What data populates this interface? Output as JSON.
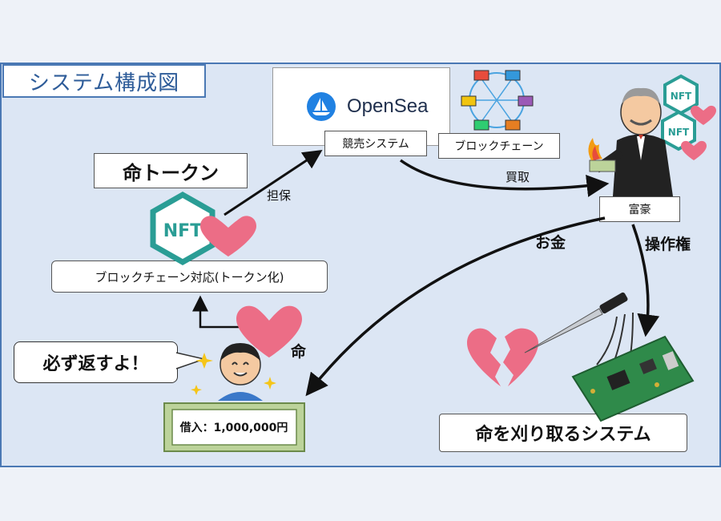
{
  "title": "システム構成図",
  "opensea": {
    "logo_text": "OpenSea"
  },
  "labels": {
    "auction": "競売システム",
    "blockchain": "ブロックチェーン",
    "life_token": "命トークン",
    "collateral": "担保",
    "purchase": "買取",
    "rich": "富豪",
    "money": "お金",
    "control": "操作権",
    "blockchain_support": "ブロックチェーン対応(トークン化)",
    "life": "命",
    "promise": "必ず返すよ！",
    "loan": "借入：1,000,000円",
    "reaper": "命を刈り取るシステム",
    "nft": "NFT"
  },
  "colors": {
    "accent_blue": "#4a78b4",
    "panel_bg": "#dce6f4",
    "heart_pink": "#ec6d86",
    "nft_teal": "#2a9d95",
    "pcb_green": "#2f8a4a",
    "bill_green": "#bcd39a"
  }
}
